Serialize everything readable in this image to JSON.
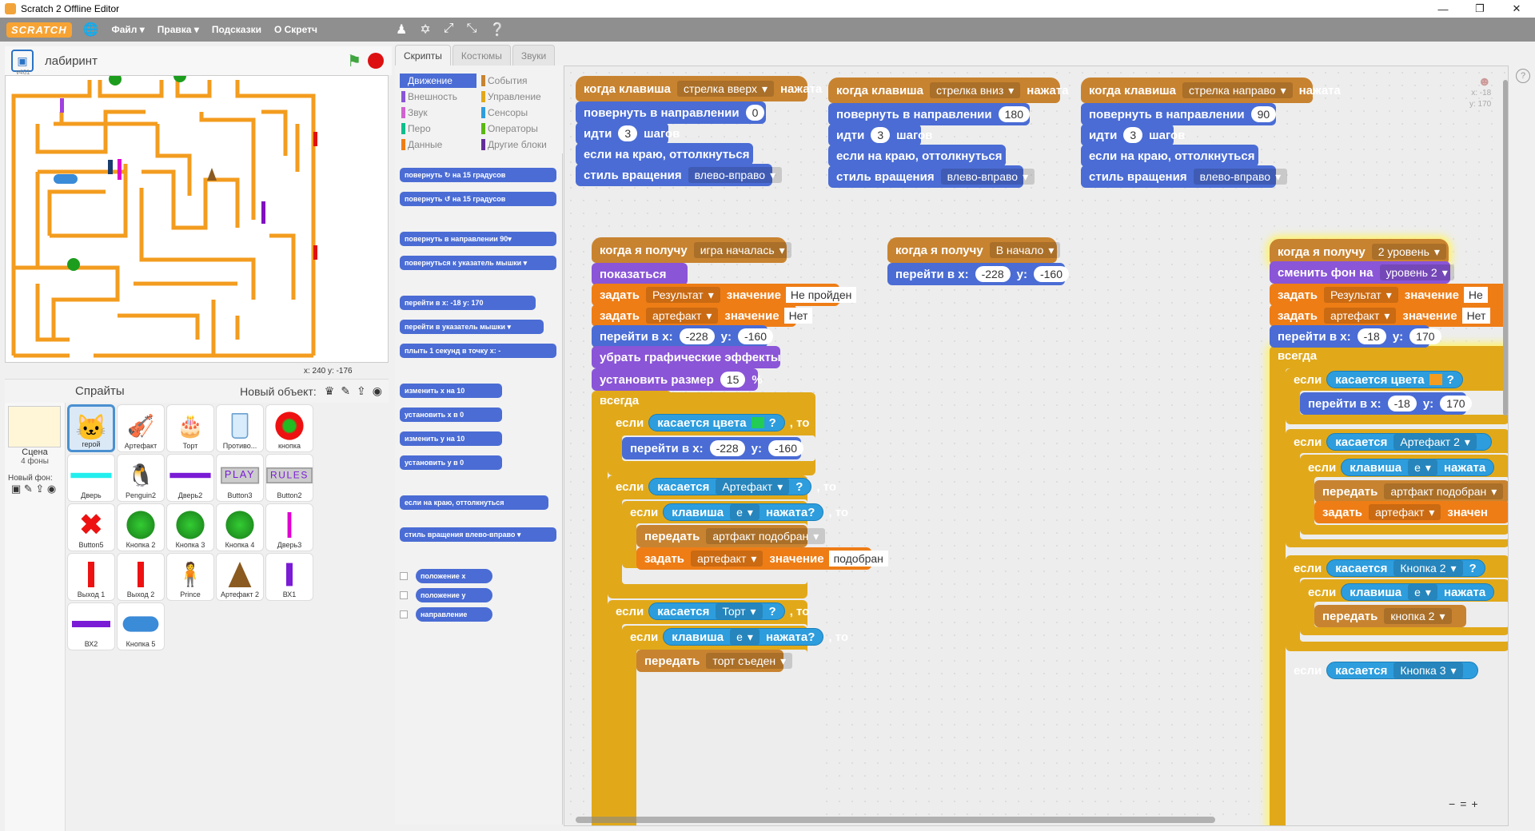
{
  "window": {
    "title": "Scratch 2 Offline Editor"
  },
  "menu": {
    "logo": "SCRATCH",
    "items": [
      "Файл ▾",
      "Правка ▾",
      "Подсказки",
      "О Скретч"
    ]
  },
  "stage": {
    "project_name": "лабиринт",
    "version": "v461",
    "coords": "x: 240   y: -176"
  },
  "sprites_panel": {
    "title": "Спрайты",
    "new_object": "Новый объект:",
    "scene": {
      "label": "Сцена",
      "backdrops": "4 фоны"
    },
    "new_backdrop": "Новый фон:",
    "sprites": [
      "герой",
      "Артефакт",
      "Торт",
      "Противо...",
      "кнопка",
      "Дверь",
      "Penguin2",
      "Дверь2",
      "Button3",
      "Button2",
      "Button5",
      "Кнопка 2",
      "Кнопка 3",
      "Кнопка 4",
      "Дверь3",
      "Выход 1",
      "Выход 2",
      "Prince",
      "Артефакт 2",
      "ВХ1",
      "ВХ2",
      "Кнопка 5"
    ]
  },
  "tabs": [
    "Скрипты",
    "Костюмы",
    "Звуки"
  ],
  "categories": {
    "left": [
      "Движение",
      "Внешность",
      "Звук",
      "Перо",
      "Данные"
    ],
    "right": [
      "События",
      "Управление",
      "Сенсоры",
      "Операторы",
      "Другие блоки"
    ]
  },
  "palette": {
    "turn_right": "повернуть ↻ на 15 градусов",
    "turn_left": "повернуть ↺ на 15 градусов",
    "point_dir": "повернуть в направлении 90▾",
    "point_towards": "повернуться к указатель мышки ▾",
    "goto_xy": "перейти в x: -18 y: 170",
    "goto": "перейти в указатель мышки ▾",
    "glide": "плыть 1 секунд в точку x: -",
    "change_x": "изменить х на 10",
    "set_x": "установить х в 0",
    "change_y": "изменить у на 10",
    "set_y": "установить у в 0",
    "bounce": "если на краю, оттолкнуться",
    "rotation": "стиль вращения влево-вправо ▾",
    "pos_x": "положение x",
    "pos_y": "положение y",
    "direction": "направление"
  },
  "scripts": {
    "when_key": "когда клавиша",
    "pressed": "нажата",
    "point_in_dir": "повернуть в направлении",
    "move": "идти",
    "steps": "шагов",
    "bounce": "если на краю, оттолкнуться",
    "rot_style": "стиль вращения",
    "left_right": "влево-вправо",
    "when_receive": "когда я получу",
    "show": "показаться",
    "set": "задать",
    "value": "значение",
    "goto_x": "перейти в x:",
    "y": "y:",
    "clear_effects": "убрать графические эффекты",
    "set_size": "установить размер",
    "forever": "всегда",
    "if": "если",
    "then": ", то",
    "touching_color": "касается цвета",
    "touching": "касается",
    "key": "клавиша",
    "pressed_q": "нажата?",
    "broadcast": "передать",
    "switch_backdrop": "сменить фон на",
    "s1": {
      "key": "стрелка вверх",
      "dir": "0",
      "steps": "3"
    },
    "s2": {
      "key": "стрелка вниз",
      "dir": "180",
      "steps": "3"
    },
    "s3": {
      "key": "стрелка направо",
      "dir": "90",
      "steps": "3"
    },
    "s4": {
      "msg": "игра началась",
      "var1": "Результат",
      "val1": "Не пройден",
      "var2": "артефакт",
      "val2": "Нет",
      "x": "-228",
      "y": "-160",
      "size": "15",
      "pct": "%",
      "obj1": "Артефакт",
      "key_e": "е",
      "msg2": "артфакт подобран",
      "val3": "подобран",
      "obj2": "Торт",
      "msg3": "торт съеден"
    },
    "s5": {
      "msg": "В начало",
      "x": "-228",
      "y": "-160"
    },
    "s6": {
      "msg": "2 уровень",
      "backdrop": "уровень 2",
      "var1": "Результат",
      "val1": "Не",
      "var2": "артефакт",
      "val2": "Нет",
      "x": "-18",
      "y": "170",
      "obj1": "Артефакт 2",
      "key_e": "е",
      "pressed_cut": "нажата",
      "msg2": "артфакт подобран",
      "val_cut": "значен",
      "obj2": "Кнопка 2",
      "msg3": "кнопка 2",
      "obj3": "Кнопка 3"
    }
  },
  "sprite_info": {
    "x": "x: -18",
    "y": "y: 170"
  },
  "zoom": [
    "−",
    "=",
    "+"
  ],
  "colors": {
    "motion": "#4a6cd4",
    "looks": "#8a55d7",
    "control": "#e1a91a",
    "data": "#ee7d16",
    "events": "#c88330",
    "sensing": "#2d9ddd",
    "maze": "#f39c1f"
  }
}
